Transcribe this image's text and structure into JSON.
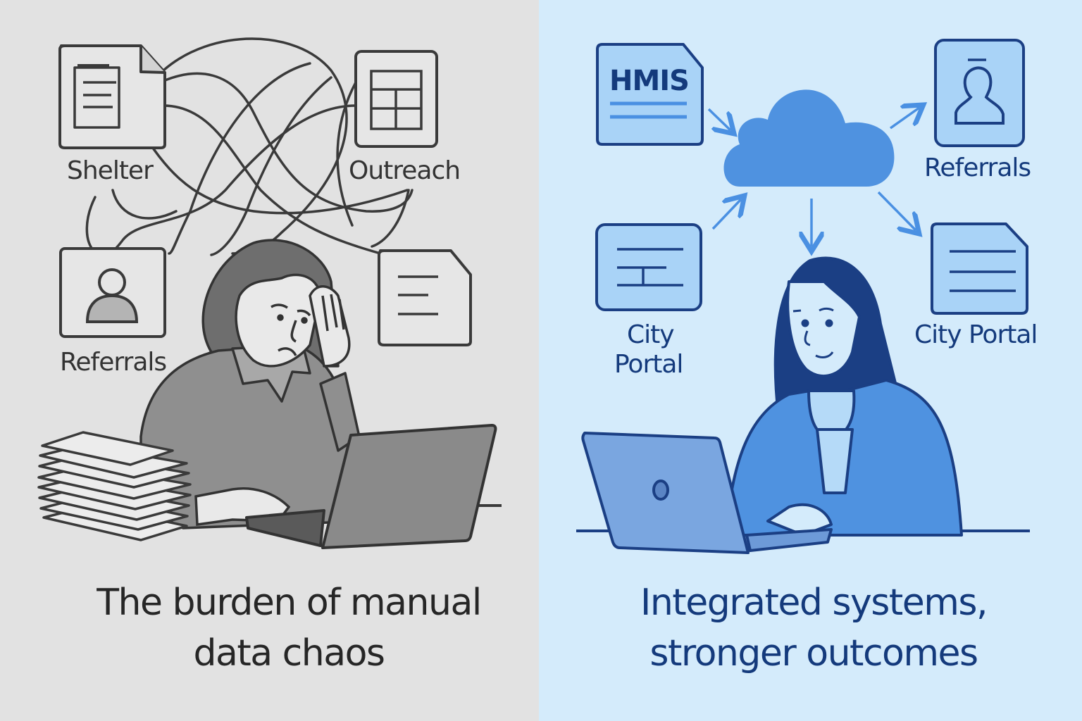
{
  "left_panel": {
    "theme": "grayscale",
    "background": "#e2e2e2",
    "labels": {
      "shelter": "Shelter",
      "outreach": "Outreach",
      "referrals": "Referrals"
    },
    "icons": [
      "document-icon",
      "spreadsheet-icon",
      "person-card-icon",
      "document-icon"
    ],
    "caption_line1": "The burden of manual",
    "caption_line2": "data chaos"
  },
  "right_panel": {
    "theme": "blue",
    "background": "#d4ebfb",
    "accent": "#4a90e2",
    "text_color": "#143a7c",
    "labels": {
      "hmis": "HMIS",
      "referrals": "Referrals",
      "city_portal_left_1": "City",
      "city_portal_left_2": "Portal",
      "city_portal_right": "City Portal"
    },
    "icons": [
      "hmis-document-icon",
      "cloud-icon",
      "person-card-icon",
      "form-icon",
      "document-icon"
    ],
    "caption_line1": "Integrated systems,",
    "caption_line2": "stronger outcomes"
  }
}
